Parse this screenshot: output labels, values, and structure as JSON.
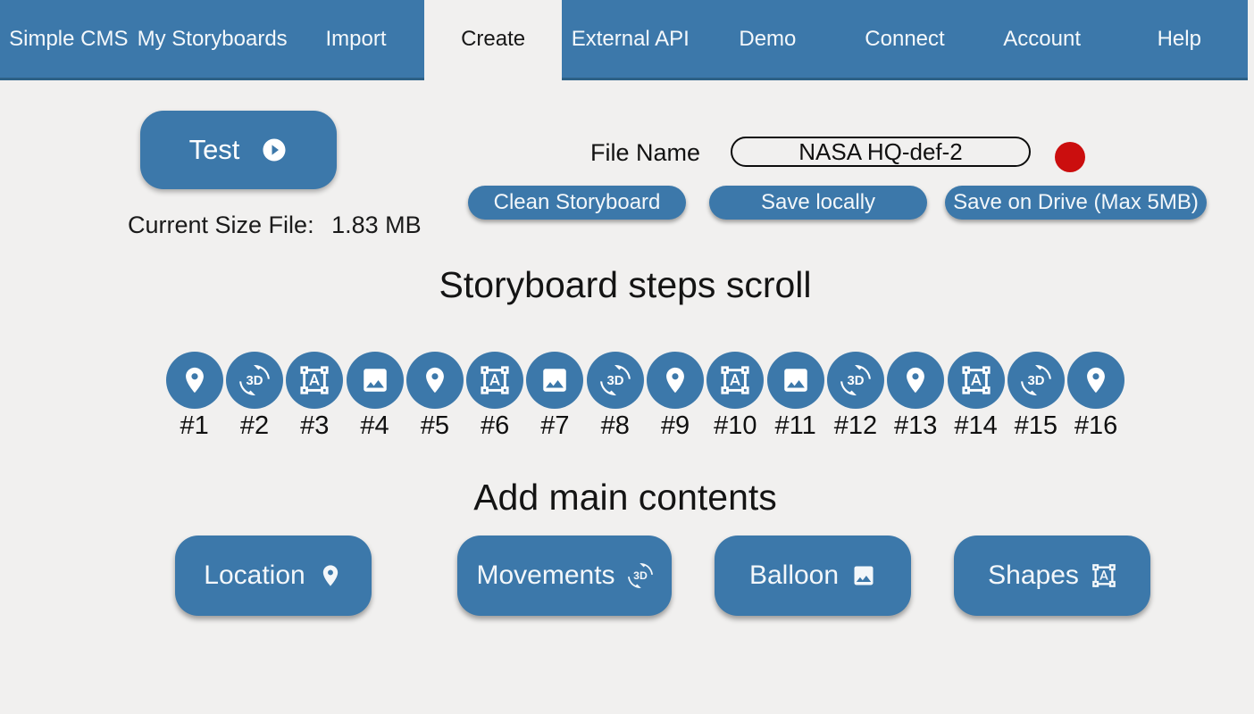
{
  "nav": {
    "items": [
      {
        "label": "Simple CMS",
        "active": false
      },
      {
        "label": "My Storyboards",
        "active": false
      },
      {
        "label": "Import",
        "active": false
      },
      {
        "label": "Create",
        "active": true
      },
      {
        "label": "External API",
        "active": false
      },
      {
        "label": "Demo",
        "active": false
      },
      {
        "label": "Connect",
        "active": false
      },
      {
        "label": "Account",
        "active": false
      },
      {
        "label": "Help",
        "active": false
      }
    ]
  },
  "toolbar": {
    "test_button": {
      "label": "Test",
      "icon": "play-circle-icon"
    },
    "current_size_label": "Current Size File:",
    "current_size_value": "1.83 MB",
    "file_name_label": "File Name",
    "file_name_value": "NASA HQ-def-2",
    "clean_button": "Clean Storyboard",
    "save_local_button": "Save locally",
    "save_drive_button": "Save on Drive (Max 5MB)"
  },
  "sections": {
    "steps_title": "Storyboard steps scroll",
    "contents_title": "Add main contents"
  },
  "steps": [
    {
      "label": "#1",
      "icon": "location-icon"
    },
    {
      "label": "#2",
      "icon": "3d-rotation-icon"
    },
    {
      "label": "#3",
      "icon": "shapes-icon"
    },
    {
      "label": "#4",
      "icon": "image-icon"
    },
    {
      "label": "#5",
      "icon": "location-icon"
    },
    {
      "label": "#6",
      "icon": "shapes-icon"
    },
    {
      "label": "#7",
      "icon": "image-icon"
    },
    {
      "label": "#8",
      "icon": "3d-rotation-icon"
    },
    {
      "label": "#9",
      "icon": "location-icon"
    },
    {
      "label": "#10",
      "icon": "shapes-icon"
    },
    {
      "label": "#11",
      "icon": "image-icon"
    },
    {
      "label": "#12",
      "icon": "3d-rotation-icon"
    },
    {
      "label": "#13",
      "icon": "location-icon"
    },
    {
      "label": "#14",
      "icon": "shapes-icon"
    },
    {
      "label": "#15",
      "icon": "3d-rotation-icon"
    },
    {
      "label": "#16",
      "icon": "location-icon"
    }
  ],
  "content_buttons": [
    {
      "label": "Location",
      "icon": "location-icon"
    },
    {
      "label": "Movements",
      "icon": "3d-rotation-icon"
    },
    {
      "label": "Balloon",
      "icon": "image-icon"
    },
    {
      "label": "Shapes",
      "icon": "shapes-icon"
    }
  ],
  "colors": {
    "primary": "#3c78aa",
    "primary_dark": "#2d6186",
    "background": "#f1f0ef",
    "status_dot_red": "#cb0e0e"
  }
}
